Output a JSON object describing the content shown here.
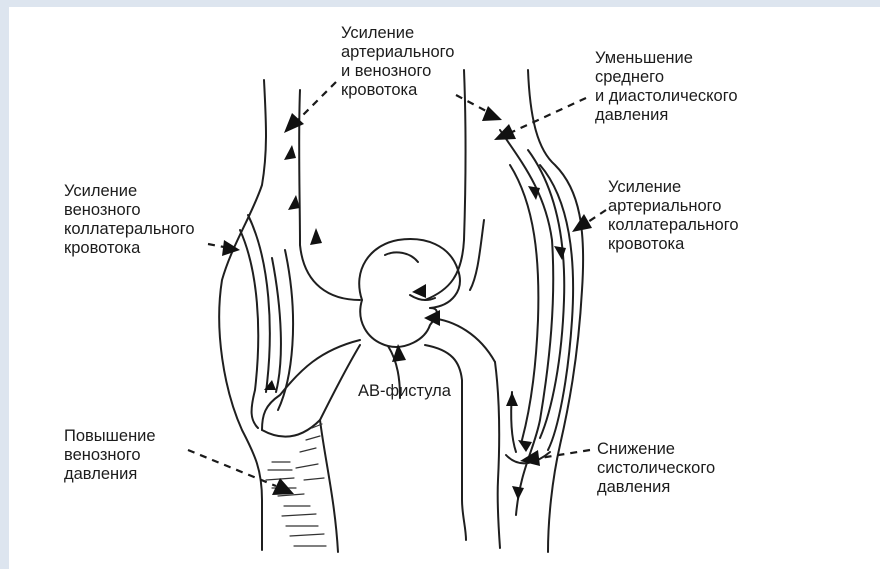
{
  "labels": {
    "top_center": [
      "Усиление",
      "артериального",
      "и венозного",
      "кровотока"
    ],
    "top_right": [
      "Уменьшение",
      "среднего",
      "и диастолического",
      "давления"
    ],
    "left_upper": [
      "Усиление",
      "венозного",
      "коллатерального",
      "кровотока"
    ],
    "right_upper": [
      "Усиление",
      "артериального",
      "коллатерального",
      "кровотока"
    ],
    "fistula": "АВ-фистула",
    "left_lower": [
      "Повышение",
      "венозного",
      "давления"
    ],
    "right_lower": [
      "Снижение",
      "систолического",
      "давления"
    ]
  }
}
